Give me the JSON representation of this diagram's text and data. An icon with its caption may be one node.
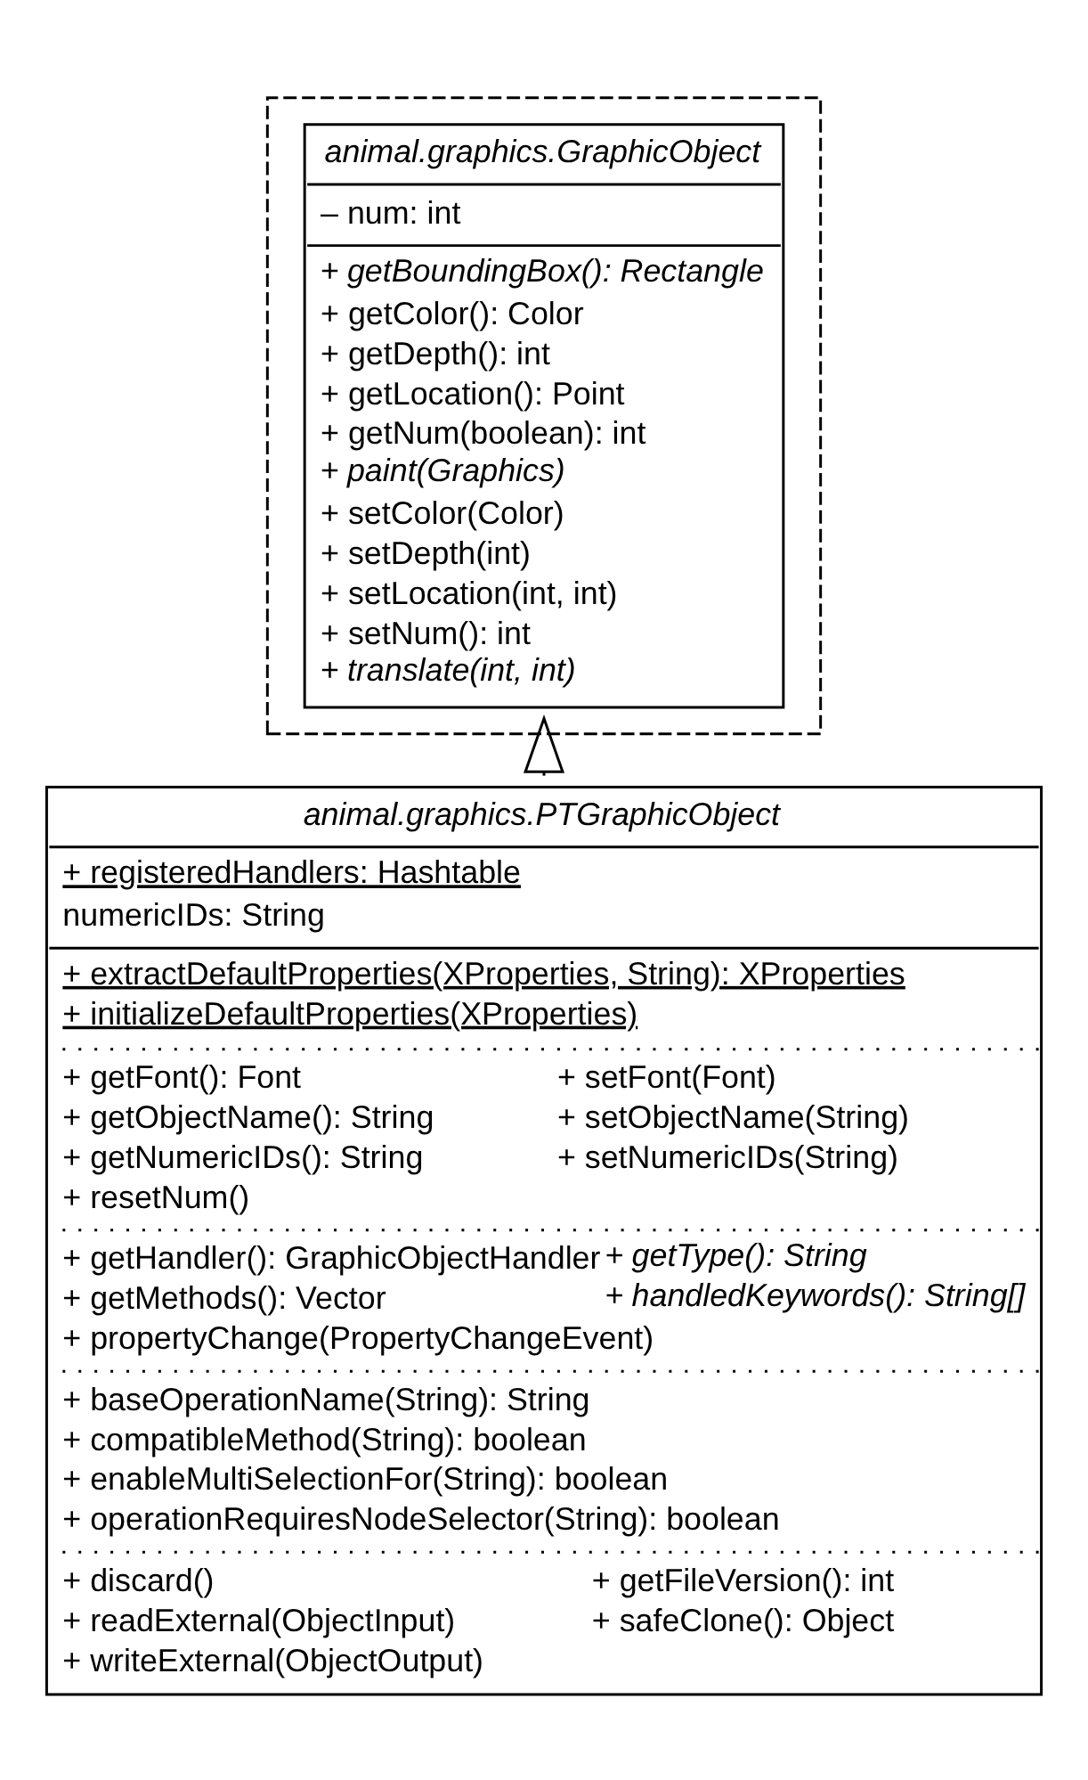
{
  "diagram": {
    "nodes": [
      {
        "text": [],
        "shape": "box"
      },
      {
        "text": [
          "animal.graphics.GraphicObject",
          "– num: int",
          "+ *getBoundingBox(): Rectangle*",
          "+ getColor(): Color",
          "+ getDepth(): int",
          "+ getLocation(): Point",
          "+ getNum(boolean): int",
          "+ *paint(Graphics)*",
          "+ setColor(Color)",
          "+ setDepth(int)",
          "+ setLocation(int, int)",
          "+ setNum(): int",
          "+ *translate(int, int)*"
        ],
        "in": 0
      },
      {
        "text": [
          "animal.graphics.PTGraphicObject",
          "+ registeredHandlers: Hashtable",
          "numericIDs: String",
          "+ extractDefaultProperties(XProperties, String): XProperties",
          "+ initializeDefaultProperties(XProperties)",
          "+ getFont(): Font",
          "+ setFont(Font)",
          "+ getObjectName(): String",
          "+ setObjectName(String)",
          "+ getNumericIDs(): String",
          "+ setNumericIDs(String)",
          "+ resetNum()",
          "+ getHandler(): GraphicObjectHandler",
          "+ *getType(): String*",
          "+ getMethods(): Vector",
          "+ *handledKeywords(): String[]*",
          "+ propertyChange(PropertyChangeEvent)",
          "+ baseOperationName(String): String",
          "+ compatibleMethod(String): boolean",
          "+ enableMultiSelectionFor(String): boolean",
          "+ operationRequiresNodeSelector(String): boolean",
          "+ discard()",
          "+ getFileVersion(): int",
          "+ readExternal(ObjectInput)",
          "+ safeClone(): Object",
          "+ writeExternal(ObjectOutput)"
        ]
      }
    ],
    "edges": [
      {
        "from": 2,
        "to": 1,
        "arrow": "to"
      }
    ]
  }
}
